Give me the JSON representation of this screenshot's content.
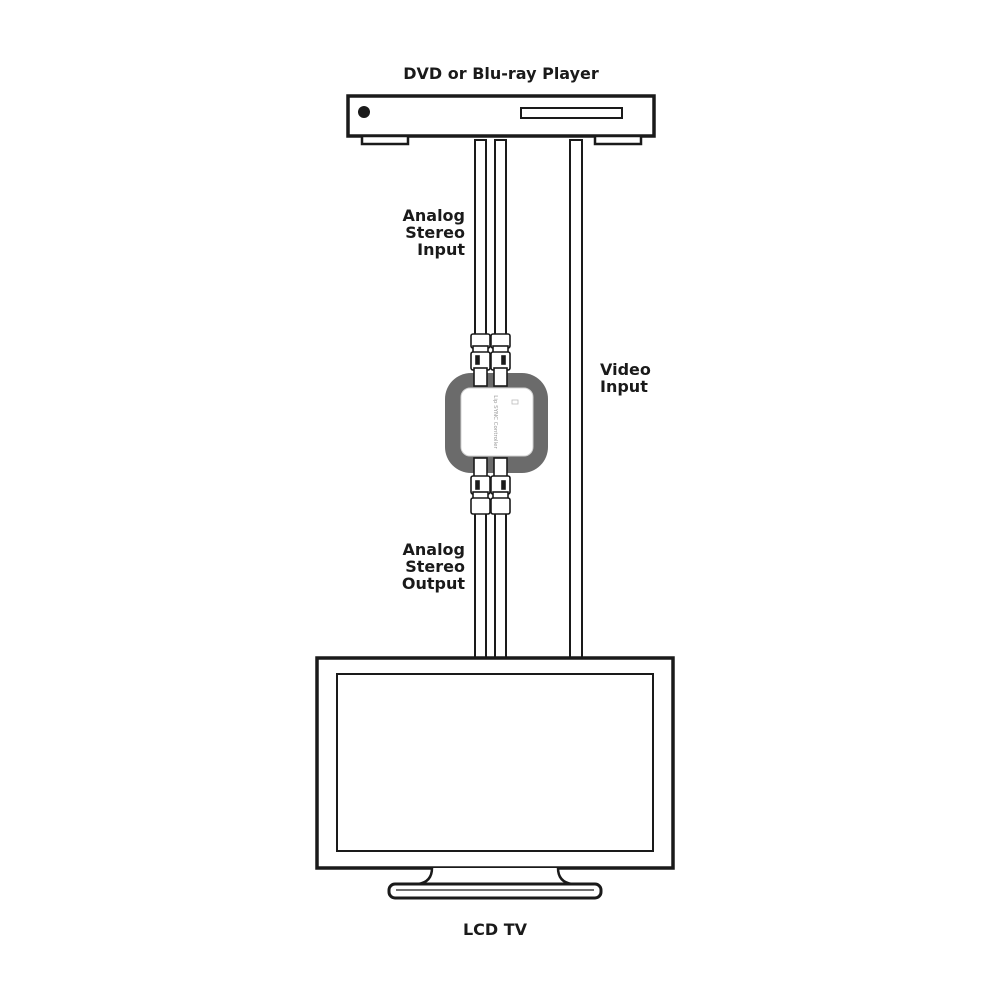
{
  "devices": {
    "source": {
      "label": "DVD or Blu-ray Player"
    },
    "sink": {
      "label": "LCD TV"
    },
    "controller": {
      "label": "Lip SYNC Controller"
    }
  },
  "connections": {
    "audio_in": {
      "lines": [
        "Analog",
        "Stereo",
        "Input"
      ]
    },
    "audio_out": {
      "lines": [
        "Analog",
        "Stereo",
        "Output"
      ]
    },
    "video": {
      "lines": [
        "Video",
        "Input"
      ]
    }
  },
  "colors": {
    "stroke": "#1a1a1a",
    "controller_frame": "#6b6b6b",
    "controller_body": "#ffffff"
  }
}
